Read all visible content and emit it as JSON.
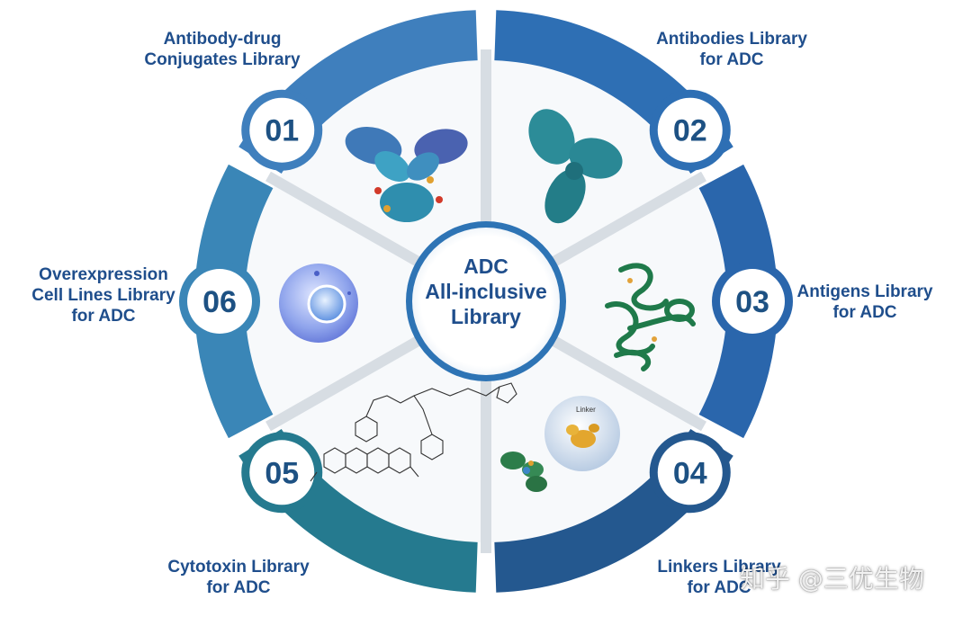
{
  "center": {
    "title": "ADC\nAll-inclusive\nLibrary"
  },
  "segments": [
    {
      "number": "01",
      "label": "Antibody-drug\nConjugates Library",
      "color": "#3f7fbd"
    },
    {
      "number": "02",
      "label": "Antibodies Library\nfor ADC",
      "color": "#2e6fb4"
    },
    {
      "number": "03",
      "label": "Antigens Library\nfor ADC",
      "color": "#2a66ac"
    },
    {
      "number": "04",
      "label": "Linkers Library\nfor ADC",
      "color": "#24588f"
    },
    {
      "number": "05",
      "label": "Cytotoxin Library\nfor ADC",
      "color": "#257a8f"
    },
    {
      "number": "06",
      "label": "Overexpression\nCell Lines Library\nfor ADC",
      "color": "#3a86b7"
    }
  ],
  "illustrations": {
    "linker_bubble_label": "Linker"
  },
  "watermark": "知乎 @三优生物"
}
